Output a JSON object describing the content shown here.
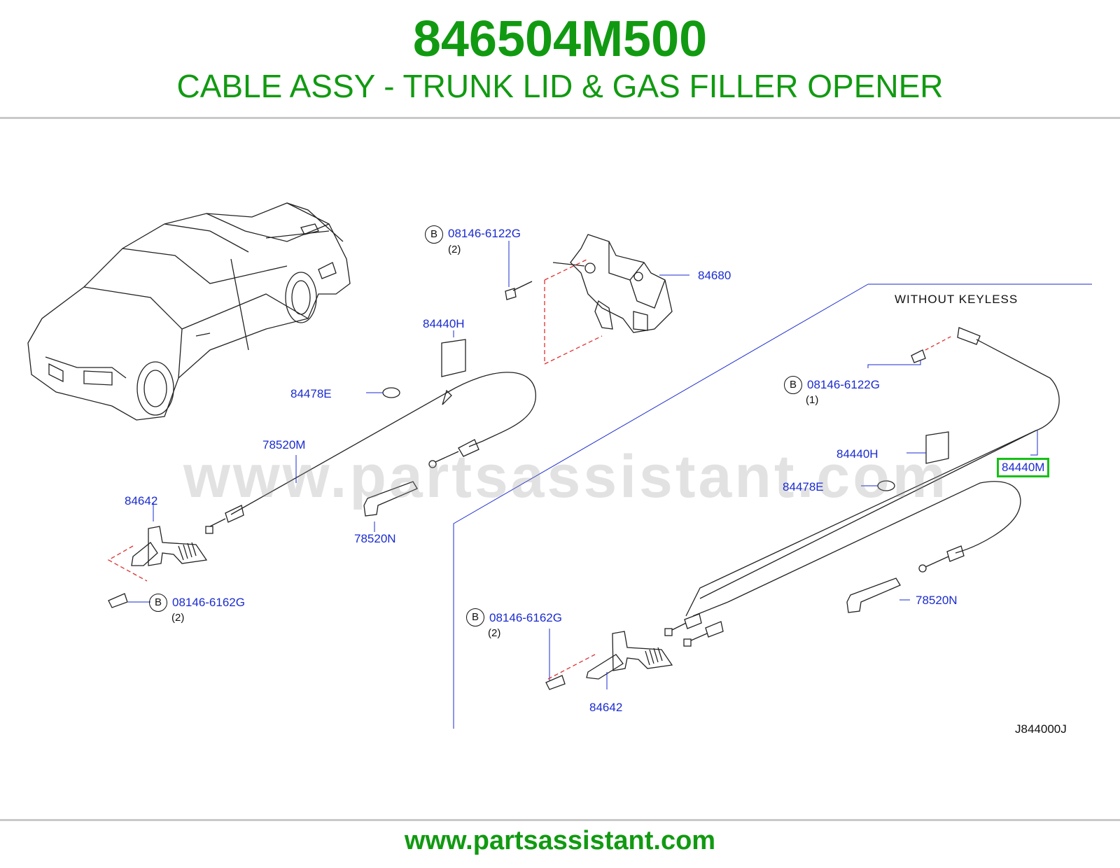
{
  "header": {
    "part_number": "846504M500",
    "description": "CABLE ASSY - TRUNK LID & GAS FILLER OPENER"
  },
  "watermark": "www.partsassistant.com",
  "diagram": {
    "note_without_keyless": "WITHOUT  KEYLESS",
    "drawing_code": "J844000J",
    "bolt_marker": "B",
    "labels": {
      "b_08146_6122g_top": "08146-6122G",
      "b_08146_6122g_top_qty": "(2)",
      "p84680": "84680",
      "p84440h_left": "84440H",
      "p84478e_left": "84478E",
      "p78520m": "78520M",
      "p84642_left": "84642",
      "p78520n_left": "78520N",
      "b_08146_6162g_left": "08146-6162G",
      "b_08146_6162g_left_qty": "(2)",
      "b_08146_6122g_right": "08146-6122G",
      "b_08146_6122g_right_qty": "(1)",
      "p84440h_right": "84440H",
      "p84440m": "84440M",
      "p84478e_right": "84478E",
      "p78520n_right": "78520N",
      "b_08146_6162g_bottom": "08146-6162G",
      "b_08146_6162g_bottom_qty": "(2)",
      "p84642_bottom": "84642"
    },
    "highlighted_part": "84440M",
    "colors": {
      "brand_green": "#119a11",
      "label_blue": "#1a2bd0",
      "highlight": "#16c016",
      "leader_red": "#e03030"
    }
  },
  "footer": {
    "url": "www.partsassistant.com"
  }
}
